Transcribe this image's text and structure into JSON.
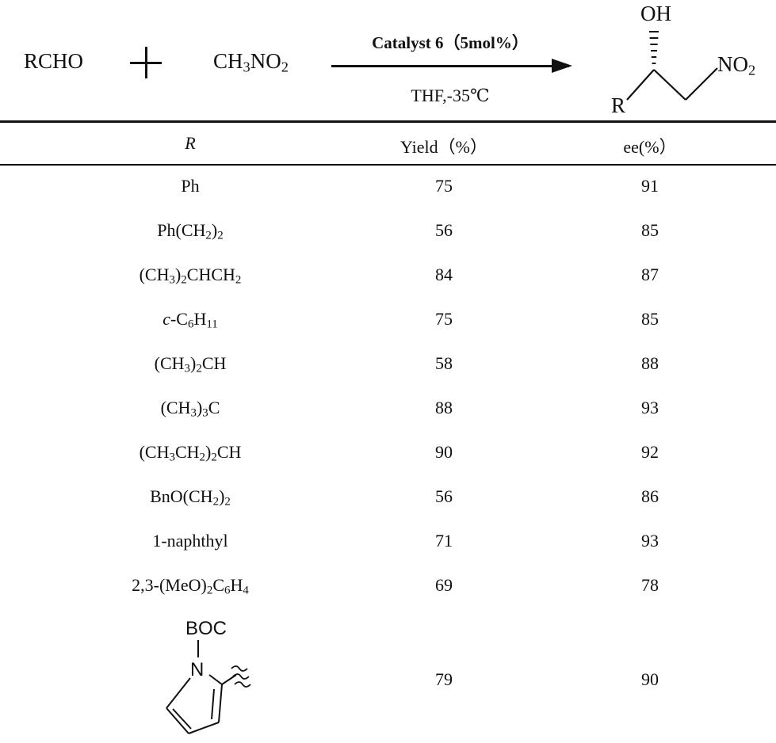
{
  "scheme": {
    "reactant1": "RCHO",
    "reactant2": {
      "pre": "CH",
      "sub1": "3",
      "mid": "NO",
      "sub2": "2"
    },
    "condition_top": "Catalyst 6（5mol%）",
    "condition_bottom": "THF,-35℃",
    "product": {
      "oh": "OH",
      "r": "R",
      "no2_base": "NO",
      "no2_sub": "2"
    }
  },
  "table": {
    "headers": [
      "R",
      "Yield（%）",
      "ee(%）"
    ],
    "rows": [
      {
        "r": [
          {
            "t": "Ph"
          }
        ],
        "yield": "75",
        "ee": "91"
      },
      {
        "r": [
          {
            "t": "Ph(CH"
          },
          {
            "s": "2"
          },
          {
            "t": ")"
          },
          {
            "s": "2"
          }
        ],
        "yield": "56",
        "ee": "85"
      },
      {
        "r": [
          {
            "t": "(CH"
          },
          {
            "s": "3"
          },
          {
            "t": ")"
          },
          {
            "s": "2"
          },
          {
            "t": "CHCH"
          },
          {
            "s": "2"
          }
        ],
        "yield": "84",
        "ee": "87"
      },
      {
        "r": [
          {
            "t": "c",
            "i": true
          },
          {
            "t": "-C"
          },
          {
            "s": "6"
          },
          {
            "t": "H"
          },
          {
            "s": "11"
          }
        ],
        "yield": "75",
        "ee": "85"
      },
      {
        "r": [
          {
            "t": "(CH"
          },
          {
            "s": "3"
          },
          {
            "t": ")"
          },
          {
            "s": "2"
          },
          {
            "t": "CH"
          }
        ],
        "yield": "58",
        "ee": "88"
      },
      {
        "r": [
          {
            "t": "(CH"
          },
          {
            "s": "3"
          },
          {
            "t": ")"
          },
          {
            "s": "3"
          },
          {
            "t": "C"
          }
        ],
        "yield": "88",
        "ee": "93"
      },
      {
        "r": [
          {
            "t": "(CH"
          },
          {
            "s": "3"
          },
          {
            "t": "CH"
          },
          {
            "s": "2"
          },
          {
            "t": ")"
          },
          {
            "s": "2"
          },
          {
            "t": "CH"
          }
        ],
        "yield": "90",
        "ee": "92"
      },
      {
        "r": [
          {
            "t": "BnO(CH"
          },
          {
            "s": "2"
          },
          {
            "t": ")"
          },
          {
            "s": "2"
          }
        ],
        "yield": "56",
        "ee": "86"
      },
      {
        "r": [
          {
            "t": "1-naphthyl"
          }
        ],
        "yield": "71",
        "ee": "93"
      },
      {
        "r": [
          {
            "t": "2,3-(MeO)"
          },
          {
            "s": "2"
          },
          {
            "t": "C"
          },
          {
            "s": "6"
          },
          {
            "t": "H"
          },
          {
            "s": "4"
          }
        ],
        "yield": "69",
        "ee": "78"
      }
    ],
    "last_row": {
      "boc": "BOC",
      "n": "N",
      "yield": "79",
      "ee": "90"
    }
  }
}
